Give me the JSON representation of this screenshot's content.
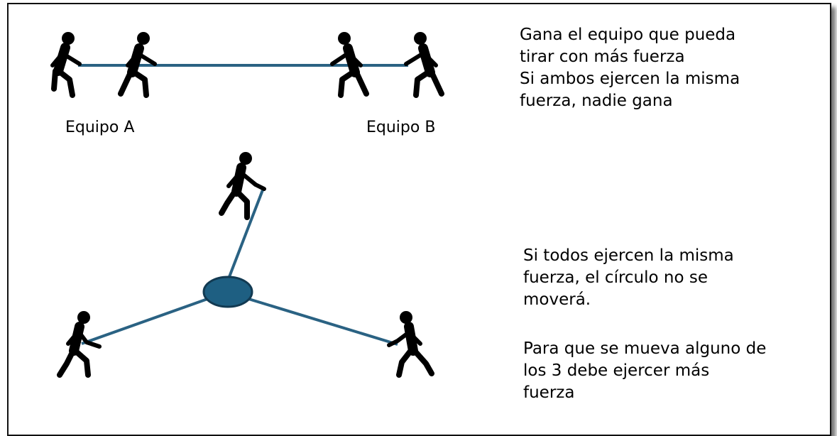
{
  "labels": {
    "team_a": "Equipo A",
    "team_b": "Equipo B"
  },
  "text": {
    "top_right": "Gana el equipo que pueda\ntirar con más fuerza\nSi ambos ejercen la misma\nfuerza, nadie gana",
    "bottom_right_1": "Si todos ejercen la misma\nfuerza, el círculo no se\nmoverá.",
    "bottom_right_2": "Para que se mueva alguno de\nlos 3 debe ejercer más\nfuerza"
  },
  "colors": {
    "rope": "#2a6283",
    "circle_fill": "#1e5f82",
    "circle_stroke": "#123a52",
    "figure": "#000000"
  }
}
